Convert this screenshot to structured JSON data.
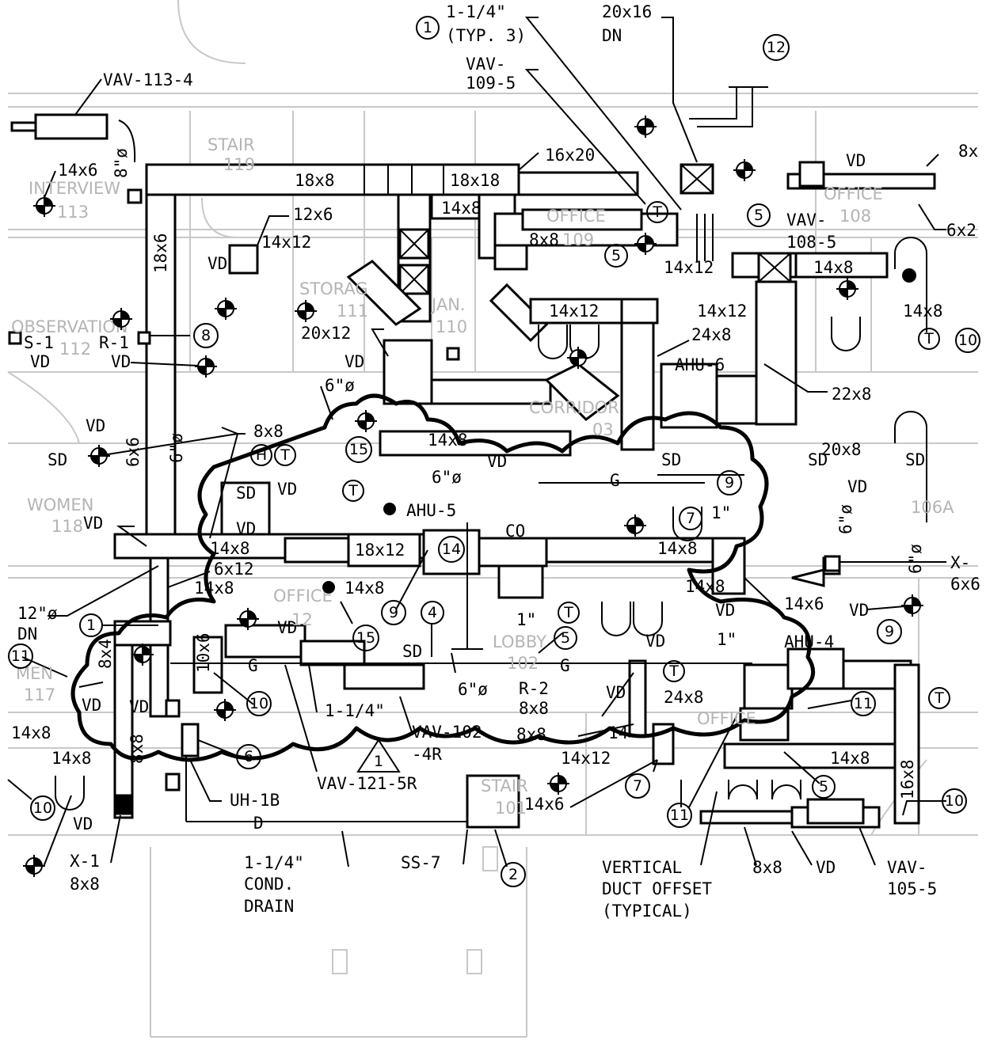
{
  "notes": {
    "n1": "1-1/4\"",
    "n1b": "(TYP. 3)",
    "n_vav109a": "VAV-",
    "n_vav109b": "109-5",
    "n_2016a": "20x16",
    "n_2016b": "DN",
    "n_vav113": "VAV-113-4",
    "n_8dia": "8\"ø",
    "n_12x6": "12x6",
    "n_14x12a": "14x12",
    "n_18x8": "18x8",
    "n_18x18": "18x18",
    "n_14x8a": "14x8",
    "n_16x20": "16x20",
    "n_8x8a": "8x8",
    "n_18x6": "18x6",
    "n_14x6a": "14x6",
    "n_vd": "VD",
    "n_8x": "8x",
    "n_6x2": "6x2",
    "n_vav108a": "VAV-",
    "n_vav108b": "108-5",
    "n_14x8b": "14x8",
    "n_14x12b": "14x12",
    "n_14x12c": "14x12",
    "n_14x8c": "14x8",
    "n_20x12": "20x12",
    "n_24x8a": "24x8",
    "n_ahu6": "AHU-6",
    "n_22x8": "22x8",
    "n_s1": "S-1",
    "n_r1": "R-1",
    "n_6dia": "6\"ø",
    "n_8x8b": "8x8",
    "n_14x8d": "14x8",
    "n_6x6": "6x6",
    "n_sd": "SD",
    "n_6dia_v": "6\"ø",
    "n_ahu5": "AHU-5",
    "n_co": "CO",
    "n_18x12": "18x12",
    "n_g": "G",
    "n_1in": "1\"",
    "n_20x8": "20x8",
    "n_6dia_b": "6\"ø",
    "n_14x8e": "14x8",
    "n_6x12": "6x12",
    "n_14x8f": "14x8",
    "n_12dia": "12\"ø",
    "n_dn": "DN",
    "n_14x8g": "14x8",
    "n_x_right": "X-",
    "n_6x6b": "6x6",
    "n_14x6b": "14x6",
    "n_ahu4": "AHU-4",
    "n_8x4": "8x4",
    "n_10x6": "10x6",
    "n_1114": "1-1/4\"",
    "n_6dia_c": "6\"ø",
    "n_r2": "R-2",
    "n_8x8c": "8x8",
    "n_8x8d": "8x8",
    "n_vav102a": "VAV-102",
    "n_vav102b": "-4R",
    "n_1tri": "1",
    "n_vav121": "VAV-121-5R",
    "n_14x8h": "14x8",
    "n_8x8e": "8x8",
    "n_14x8i": "14x8",
    "n_24x8b": "24x8",
    "n_14": "14",
    "n_14x12d": "14x12",
    "n_14x6c": "14x6",
    "n_14x8j": "14x8",
    "n_16x8": "16x8",
    "n_uh1b": "UH-1B",
    "n_d": "D",
    "n_x1a": "X-1",
    "n_x1b": "8x8",
    "n_cond1": "1-1/4\"",
    "n_cond2": "COND.",
    "n_cond3": "DRAIN",
    "n_ss7": "SS-7",
    "n_vdo1": "VERTICAL",
    "n_vdo2": "DUCT OFFSET",
    "n_vdo3": "(TYPICAL)",
    "n_8x8f": "8x8",
    "n_vav105a": "VAV-",
    "n_vav105b": "105-5"
  },
  "rooms": {
    "stair119a": "STAIR",
    "stair119b": "119",
    "interviewa": "INTERVIEW",
    "interviewb": "113",
    "storagea": "STORAG",
    "storageb": "111",
    "jana": "JAN.",
    "janb": "110",
    "officea": "OFFICE",
    "officeb": "109",
    "office108a": "OFFICE",
    "office108b": "108",
    "obsa": "OBSERVATION",
    "obsb": "112",
    "corridora": "CORRIDOR",
    "corridorb": "03",
    "womena": "WOMEN",
    "womenb": "118",
    "r106a": "106A",
    "office12a": "OFFICE",
    "office12b": "12",
    "lobbya": "LOBBY",
    "lobbyb": "102",
    "mena": "MEN",
    "menb": "117",
    "officeOf": "OFFICE",
    "stair101a": "STAIR",
    "stair101b": "101"
  },
  "tags": [
    "1",
    "12",
    "5",
    "8",
    "15",
    "14",
    "4",
    "9",
    "11",
    "10",
    "6",
    "7",
    "2",
    "10",
    "T",
    "H",
    "T",
    "T",
    "T",
    "T"
  ]
}
